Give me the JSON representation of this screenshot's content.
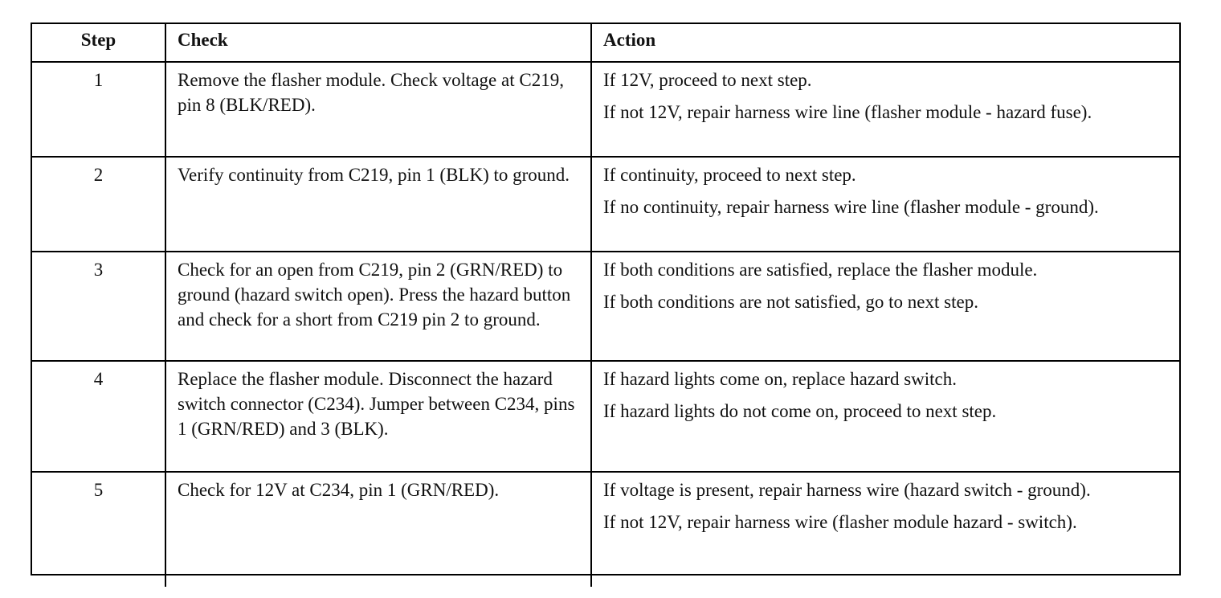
{
  "headers": {
    "step": "Step",
    "check": "Check",
    "action": "Action"
  },
  "rows": [
    {
      "step": "1",
      "check": "Remove the flasher module.  Check voltage at C219, pin 8 (BLK/RED).",
      "actions": [
        "If 12V, proceed to next step.",
        "If not 12V, repair harness wire line (flasher module - hazard fuse)."
      ]
    },
    {
      "step": "2",
      "check": "Verify continuity from C219, pin 1 (BLK) to ground.",
      "actions": [
        "If continuity, proceed to next step.",
        "If no continuity, repair harness wire line (flasher module - ground)."
      ]
    },
    {
      "step": "3",
      "check": "Check for an open from C219, pin 2 (GRN/RED) to ground (hazard switch open). Press the hazard button and check for a short from C219 pin 2 to ground.",
      "actions": [
        "If both conditions are satisfied, replace the flasher module.",
        "If both conditions are not satisfied, go to next step."
      ]
    },
    {
      "step": "4",
      "check": "Replace the flasher module.  Disconnect the hazard switch connector (C234). Jumper between C234, pins 1 (GRN/RED) and 3 (BLK).",
      "actions": [
        "If hazard lights come on, replace hazard switch.",
        "If hazard lights do not come on, proceed to next step."
      ]
    },
    {
      "step": "5",
      "check": "Check for 12V at C234, pin 1 (GRN/RED).",
      "actions": [
        "If voltage is present, repair harness wire (hazard switch - ground).",
        "If not 12V, repair harness wire (flasher module    hazard - switch)."
      ]
    }
  ]
}
